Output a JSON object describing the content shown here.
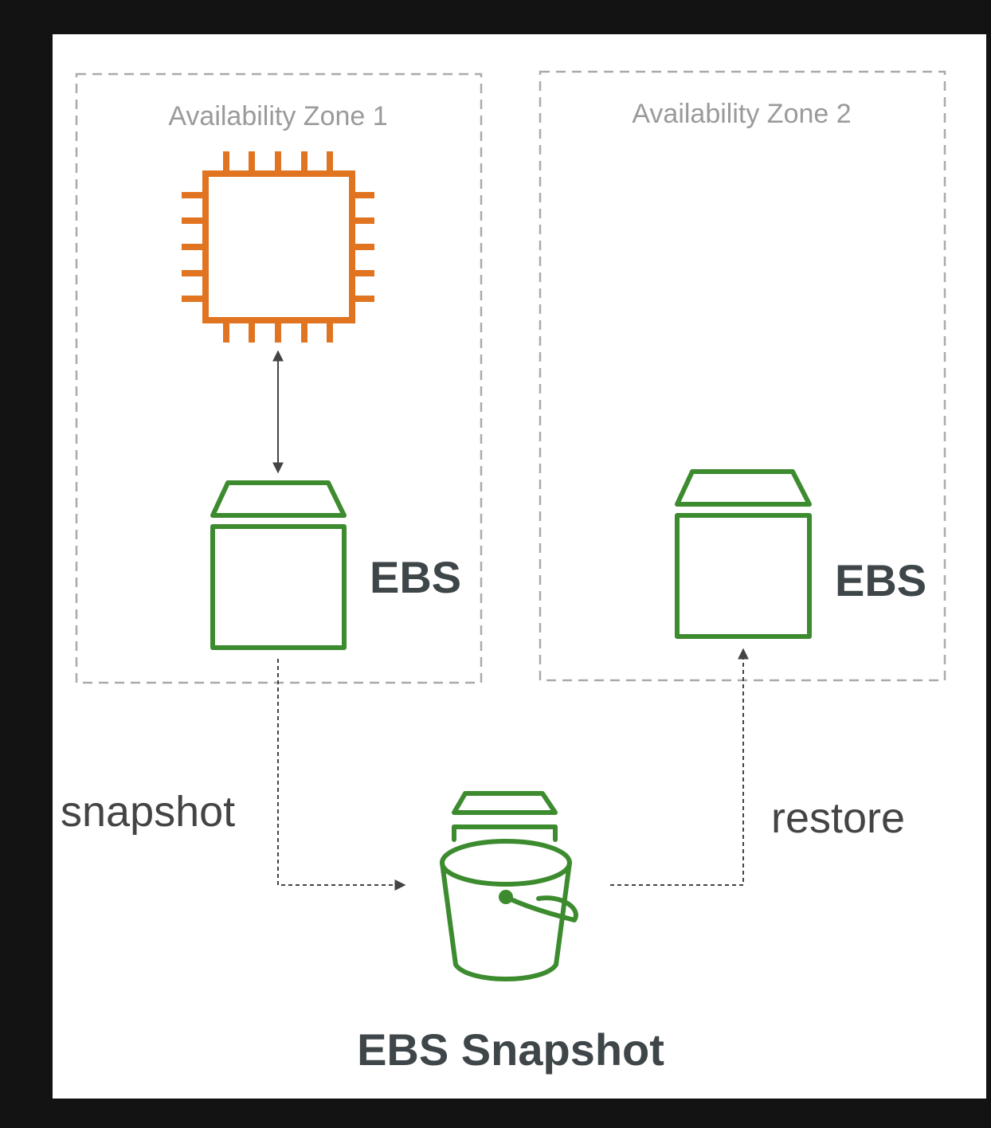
{
  "zones": [
    {
      "title": "Availability Zone 1"
    },
    {
      "title": "Availability Zone 2"
    }
  ],
  "nodes": {
    "ebs_volume_1": {
      "label": "EBS",
      "icon": "ebs-volume-icon"
    },
    "ebs_volume_2": {
      "label": "EBS",
      "icon": "ebs-volume-icon"
    },
    "ec2_instance": {
      "icon": "ec2-instance-chip-icon"
    },
    "ebs_snapshot": {
      "label": "EBS Snapshot",
      "icon": "ebs-snapshot-bucket-icon"
    }
  },
  "edges": {
    "snapshot": {
      "label": "snapshot",
      "from": "ebs_volume_1",
      "to": "ebs_snapshot"
    },
    "restore": {
      "label": "restore",
      "from": "ebs_snapshot",
      "to": "ebs_volume_2"
    },
    "attach": {
      "from": "ec2_instance",
      "to": "ebs_volume_1"
    }
  },
  "colors": {
    "ec2_orange": "#e07420",
    "ebs_green": "#3d8b2f",
    "zone_border": "#aaaaaa",
    "arrow": "#444444"
  }
}
